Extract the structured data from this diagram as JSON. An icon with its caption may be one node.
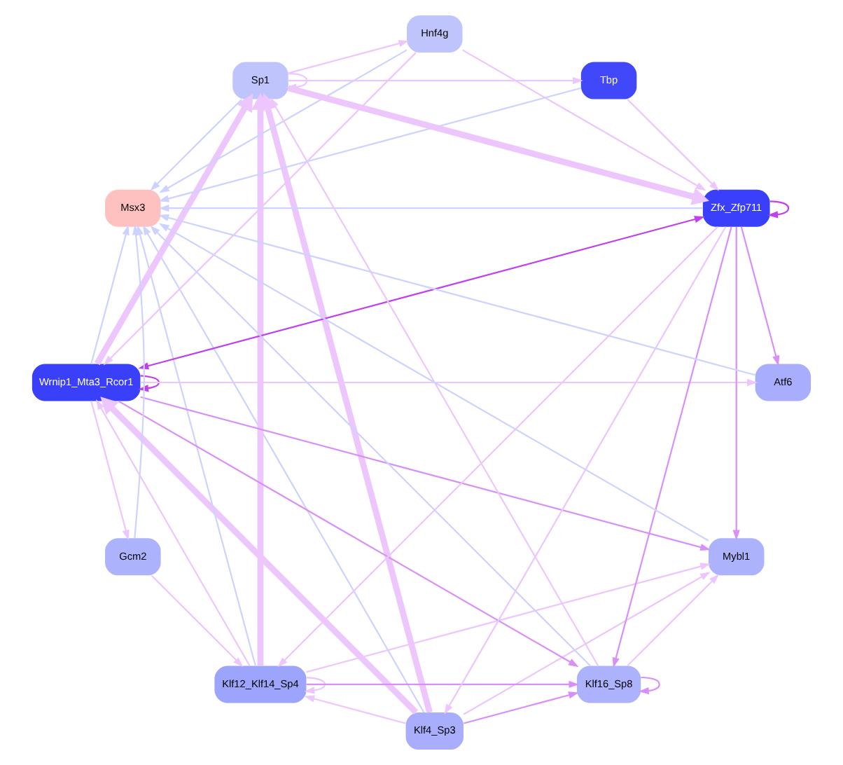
{
  "diagram": {
    "nodes": [
      {
        "text": [
          "Klf4_Sp3"
        ]
      },
      {
        "text": [
          "Klf12_Klf14_Sp4"
        ]
      },
      {
        "text": [
          "Wrnip1_Mta3_Rcor1"
        ]
      },
      {
        "text": [
          "Mybl1"
        ]
      },
      {
        "text": [
          "Zfx_Zfp711"
        ]
      },
      {
        "text": [
          "Klf16_Sp8"
        ]
      },
      {
        "text": [
          "Msx3"
        ]
      },
      {
        "text": [
          "Hnf4g"
        ]
      },
      {
        "text": [
          "Sp1"
        ]
      },
      {
        "text": [
          "Tbp"
        ]
      },
      {
        "text": [
          "Atf6"
        ]
      },
      {
        "text": [
          "Gcm2"
        ]
      }
    ],
    "edges": [
      {
        "from": 0,
        "to": 6,
        "arrow": "to",
        "color": "#cdd3ff"
      },
      {
        "from": 1,
        "to": 6,
        "arrow": "to",
        "color": "#cdd3ff"
      },
      {
        "from": 2,
        "to": 6,
        "arrow": "to",
        "color": "#cdd3ff"
      },
      {
        "from": 4,
        "to": 6,
        "arrow": "to",
        "color": "#cdd3ff"
      },
      {
        "from": 5,
        "to": 6,
        "arrow": "to",
        "color": "#cdd3ff"
      },
      {
        "from": 8,
        "to": 6,
        "arrow": "to",
        "color": "#cdd3ff"
      },
      {
        "from": 10,
        "to": 6,
        "arrow": "to",
        "color": "#cdd3ff"
      },
      {
        "from": 11,
        "to": 6,
        "arrow": "to",
        "color": "#cdd3ff"
      },
      {
        "from": 9,
        "to": 6,
        "arrow": "to",
        "color": "#cdd3ff"
      },
      {
        "from": 7,
        "to": 6,
        "arrow": "to",
        "color": "#cdd3ff"
      },
      {
        "from": 3,
        "to": 6,
        "arrow": "to",
        "color": "#cdd3ff"
      },
      {
        "from": 1,
        "to": 1,
        "arrow": "to"
      },
      {
        "from": 2,
        "to": 2,
        "arrow": "to",
        "color": "#c040f0"
      },
      {
        "from": 4,
        "to": 4,
        "arrow": "to",
        "color": "#c040f0"
      },
      {
        "from": 5,
        "to": 5,
        "arrow": "to",
        "color": "#d890f8"
      },
      {
        "from": 8,
        "to": 8,
        "arrow": "to"
      },
      {
        "from": 0,
        "to": 1,
        "arrow": "to"
      },
      {
        "from": 0,
        "to": 3,
        "arrow": "to"
      },
      {
        "from": 0,
        "to": 2,
        "arrow": "to",
        "style": "thick"
      },
      {
        "from": 0,
        "to": 5,
        "arrow": "to",
        "color": "#d890f8"
      },
      {
        "from": 0,
        "to": 8,
        "arrow": "to",
        "style": "thick"
      },
      {
        "from": 1,
        "to": 2,
        "arrow": "to"
      },
      {
        "from": 1,
        "to": 3,
        "arrow": "to"
      },
      {
        "from": 1,
        "to": 5,
        "arrow": "to",
        "color": "#d890f8"
      },
      {
        "from": 1,
        "to": 8,
        "arrow": "to",
        "style": "thick"
      },
      {
        "from": 2,
        "to": 3,
        "arrow": "to",
        "color": "#d890f8"
      },
      {
        "from": 2,
        "to": 5,
        "arrow": "to",
        "color": "#d890f8"
      },
      {
        "from": 2,
        "to": 8,
        "arrow": "to",
        "style": "thick"
      },
      {
        "from": 2,
        "to": 4,
        "arrow": "both",
        "color": "#c040f0"
      },
      {
        "from": 2,
        "to": 10,
        "arrow": "to"
      },
      {
        "from": 2,
        "to": 11,
        "arrow": "to"
      },
      {
        "from": 4,
        "to": 3,
        "arrow": "to",
        "color": "#d890f8"
      },
      {
        "from": 4,
        "to": 5,
        "arrow": "to",
        "color": "#d890f8"
      },
      {
        "from": 4,
        "to": 1,
        "arrow": "to"
      },
      {
        "from": 4,
        "to": 0,
        "arrow": "to"
      },
      {
        "from": 4,
        "to": 10,
        "arrow": "to",
        "color": "#d890f8"
      },
      {
        "from": 5,
        "to": 3,
        "arrow": "to"
      },
      {
        "from": 5,
        "to": 8,
        "arrow": "to"
      },
      {
        "from": 8,
        "to": 7,
        "arrow": "to"
      },
      {
        "from": 8,
        "to": 9,
        "arrow": "to"
      },
      {
        "from": 8,
        "to": 4,
        "arrow": "to",
        "style": "thick"
      },
      {
        "from": 7,
        "to": 2,
        "arrow": "to"
      },
      {
        "from": 7,
        "to": 4,
        "arrow": "to"
      },
      {
        "from": 9,
        "to": 4,
        "arrow": "to"
      },
      {
        "from": 11,
        "to": 1,
        "arrow": "to"
      }
    ]
  }
}
